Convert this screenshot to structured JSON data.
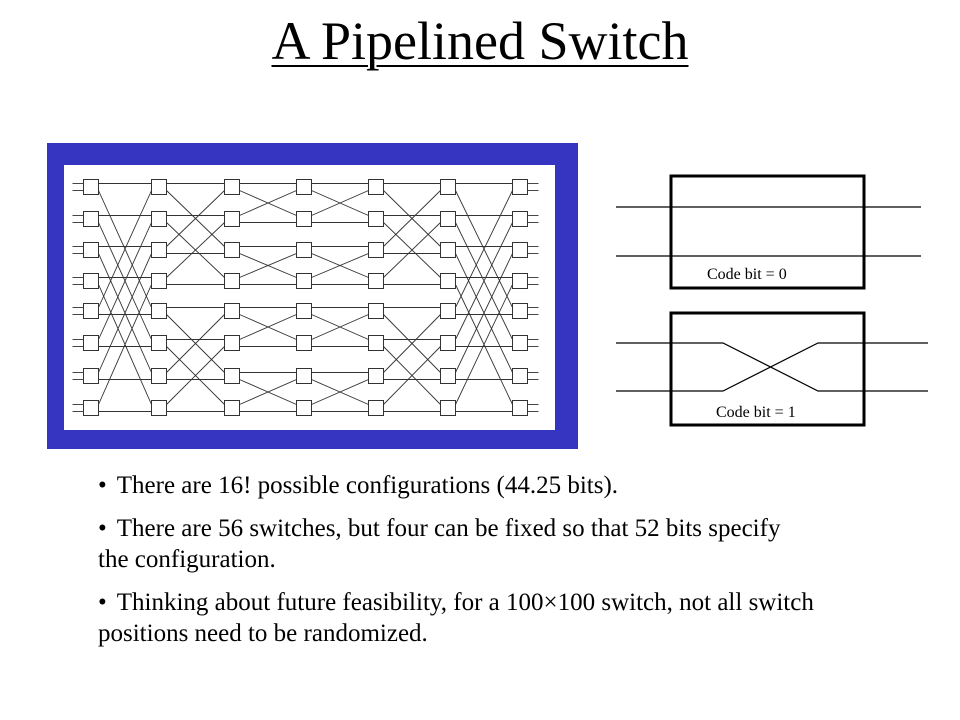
{
  "slide": {
    "title": "A Pipelined Switch"
  },
  "diagram": {
    "stages": 7,
    "switches_per_stage": 8,
    "frame_color": "#3535c2",
    "states": [
      {
        "label": "Code bit = 0",
        "kind": "straight"
      },
      {
        "label": "Code bit = 1",
        "kind": "crossed"
      }
    ]
  },
  "bullets": [
    {
      "marker": "•",
      "text": "There are 16! possible configurations (44.25 bits)."
    },
    {
      "marker": "•",
      "text": "There are 56 switches, but four can be fixed so that 52 bits specify the configuration."
    },
    {
      "marker": "•",
      "text": "Thinking about future feasibility, for a 100×100 switch, not all switch positions need to be randomized."
    }
  ]
}
